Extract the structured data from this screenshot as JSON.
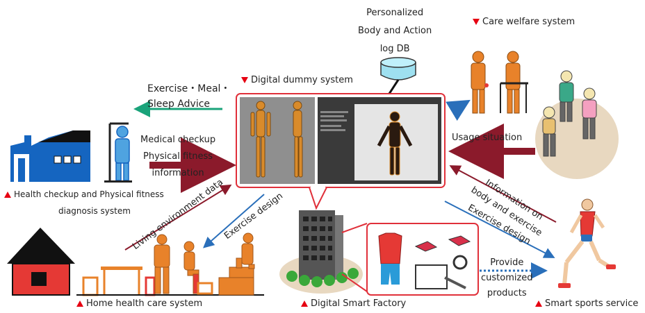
{
  "labels": {
    "db_line1": "Personalized",
    "db_line2": "Body and Action",
    "db_line3": "log DB",
    "care_welfare": "Care welfare system",
    "digital_dummy": "Digital dummy system",
    "advice_line1": "Exercise・Meal・",
    "advice_line2": "Sleep Advice",
    "medical_line1": "Medical checkup",
    "medical_line2": "Physical fitness",
    "medical_line3": "information",
    "health_checkup_line1": "Health checkup and Physical fitness",
    "health_checkup_line2": "diagnosis system",
    "usage_situation": "Usage situation",
    "info_line1": "Information on",
    "info_line2": "body and exercise",
    "exercise_design_right": "Exercise design",
    "living_env": "Living environment data",
    "exercise_design_left": "Exercise design",
    "provide_line1": "Provide",
    "provide_line2": "customized",
    "provide_line3": "products",
    "home_health": "Home health care system",
    "smart_factory": "Digital Smart Factory",
    "smart_sports": "Smart sports service"
  },
  "colors": {
    "red_marker": "#e60012",
    "dark_red_arrow": "#8b1a2b",
    "blue_arrow": "#2a6fba",
    "green_arrow": "#1aa37a",
    "house_blue": "#1565c0",
    "orange_figure": "#e8822a",
    "callout_border": "#e0303a"
  }
}
